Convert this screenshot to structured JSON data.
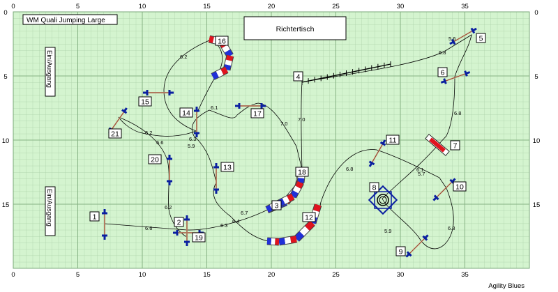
{
  "title": "WM Quali Jumping Large",
  "judge_table": "Richtertisch",
  "entry_exit": "Ein/Ausgang",
  "footer": "Agility Blues",
  "axes": {
    "x_ticks": [
      0,
      5,
      10,
      15,
      20,
      25,
      30,
      35
    ],
    "y_ticks": [
      0,
      5,
      10,
      15
    ],
    "x_max": 40,
    "y_max": 20
  },
  "colors": {
    "grid_bg": "#d4f4cf",
    "grid_line": "#9cc49a",
    "bar": "#0a1fa0",
    "tunnel_red": "#e0141e",
    "tunnel_blue": "#2030d8",
    "path": "#000000"
  },
  "obstacles": [
    {
      "num": "1",
      "type": "jump"
    },
    {
      "num": "2",
      "type": "jump"
    },
    {
      "num": "3",
      "type": "tunnel"
    },
    {
      "num": "4",
      "type": "dogwalk"
    },
    {
      "num": "5",
      "type": "jump"
    },
    {
      "num": "6",
      "type": "jump"
    },
    {
      "num": "7",
      "type": "tyre"
    },
    {
      "num": "8",
      "type": "table"
    },
    {
      "num": "9",
      "type": "jump"
    },
    {
      "num": "10",
      "type": "jump"
    },
    {
      "num": "11",
      "type": "jump"
    },
    {
      "num": "12",
      "type": "tunnel"
    },
    {
      "num": "13",
      "type": "jump"
    },
    {
      "num": "14",
      "type": "jump"
    },
    {
      "num": "15",
      "type": "jump"
    },
    {
      "num": "16",
      "type": "tunnel"
    },
    {
      "num": "17",
      "type": "jump"
    },
    {
      "num": "18",
      "type": "tunnel"
    },
    {
      "num": "19",
      "type": "jump"
    },
    {
      "num": "20",
      "type": "jump"
    },
    {
      "num": "21",
      "type": "jump"
    }
  ],
  "distances": [
    "6.6",
    "6.3",
    "6.4",
    "6.7",
    "7.0",
    "7.0",
    "6.8",
    "6.8",
    "5.6",
    "6.8",
    "6.1",
    "5.7",
    "6.8",
    "5.9",
    "6.2",
    "6.1",
    "6.2",
    "6.3",
    "5.9",
    "6.6",
    "6.2"
  ]
}
